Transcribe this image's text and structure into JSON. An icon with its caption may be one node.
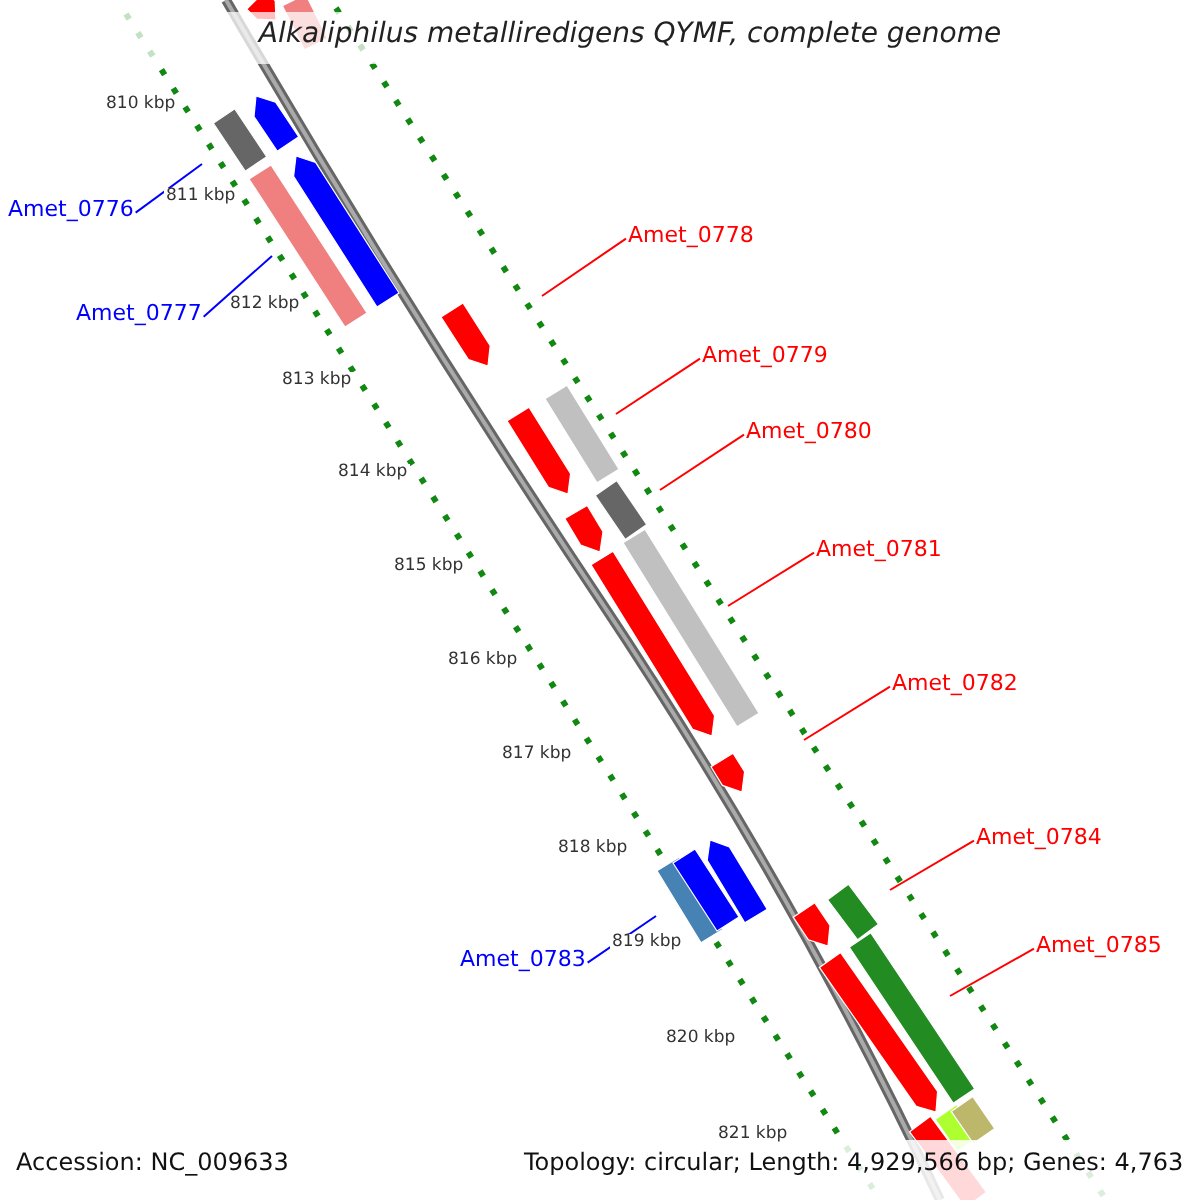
{
  "diagram": {
    "title": "Alkaliphilus metalliredigens QYMF, complete genome",
    "nodes": [
      {
        "text": [
          "Amet_0776"
        ]
      },
      {
        "text": [
          "Amet_0777"
        ]
      },
      {
        "text": [
          "Amet_0778"
        ]
      },
      {
        "text": [
          "Amet_0779"
        ]
      },
      {
        "text": [
          "Amet_0780"
        ]
      },
      {
        "text": [
          "Amet_0781"
        ]
      },
      {
        "text": [
          "Amet_0782"
        ]
      },
      {
        "text": [
          "Amet_0783"
        ]
      },
      {
        "text": [
          "Amet_0784"
        ]
      },
      {
        "text": [
          "Amet_0785"
        ]
      }
    ],
    "edges": [
      {
        "from": 0,
        "to": null,
        "arrow": "none",
        "color": "#0000ff"
      },
      {
        "from": 1,
        "to": null,
        "arrow": "none",
        "color": "#0000ff"
      },
      {
        "from": 2,
        "to": null,
        "arrow": "none"
      },
      {
        "from": 3,
        "to": null,
        "arrow": "none"
      },
      {
        "from": 4,
        "to": null,
        "arrow": "none"
      },
      {
        "from": 5,
        "to": null,
        "arrow": "none"
      },
      {
        "from": 6,
        "to": null,
        "arrow": "none"
      },
      {
        "from": 7,
        "to": null,
        "arrow": "none",
        "color": "#0000ff"
      },
      {
        "from": 8,
        "to": null,
        "arrow": "none"
      },
      {
        "from": 9,
        "to": null,
        "arrow": "none"
      }
    ],
    "labels": [
      "810 kbp",
      "811 kbp",
      "812 kbp",
      "813 kbp",
      "814 kbp",
      "815 kbp",
      "816 kbp",
      "817 kbp",
      "818 kbp",
      "819 kbp",
      "820 kbp",
      "821 kbp",
      "Accession: NC_009633",
      "Topology: circular; Length: 4,929,566 bp; Genes: 4,763"
    ]
  }
}
